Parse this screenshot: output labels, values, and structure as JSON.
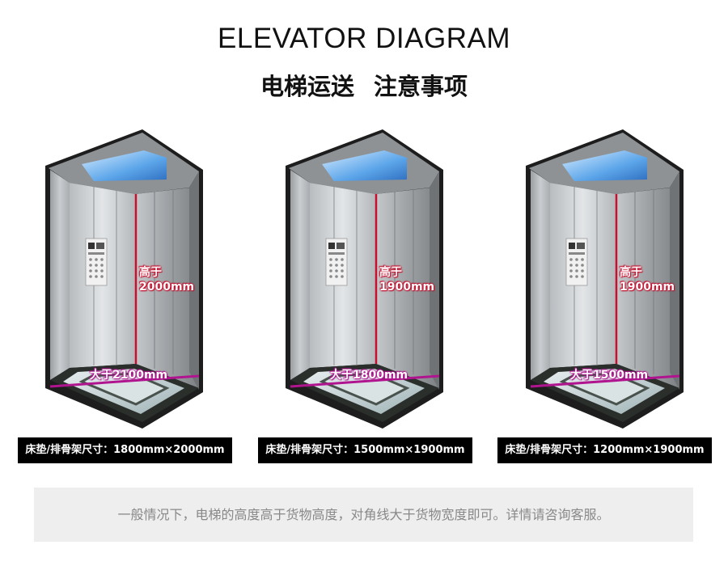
{
  "header": {
    "title": "ELEVATOR DIAGRAM",
    "subtitle": "电梯运送  注意事项"
  },
  "elevators": [
    {
      "height_label_line1": "高于",
      "height_label_line2": "2000mm",
      "diagonal_label": "大于2100mm",
      "caption": "床垫/排骨架尺寸：1800mm×2000mm"
    },
    {
      "height_label_line1": "高于",
      "height_label_line2": "1900mm",
      "diagonal_label": "大于1800mm",
      "caption": "床垫/排骨架尺寸：1500mm×1900mm"
    },
    {
      "height_label_line1": "高于",
      "height_label_line2": "1900mm",
      "diagonal_label": "大于1500mm",
      "caption": "床垫/排骨架尺寸：1200mm×1900mm"
    }
  ],
  "note": "一般情况下，电梯的高度高于货物高度，对角线大于货物宽度即可。详情请咨询客服。",
  "colors": {
    "height_line": "#c8102e",
    "diagonal_line": "#b0148f",
    "caption_bg": "#000000"
  }
}
